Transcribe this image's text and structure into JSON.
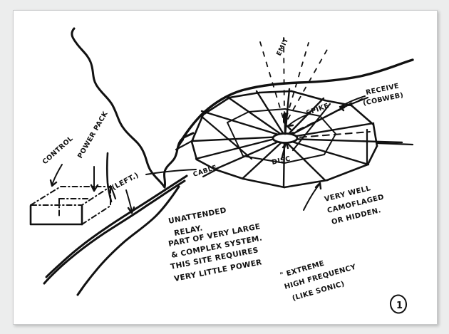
{
  "document": {
    "kind": "hand-drawn-field-sketch",
    "page_number": "1",
    "background_color": "#eceded",
    "paper_color": "#ffffff",
    "ink_color": "#111111"
  },
  "labels": {
    "control": "CONTROL",
    "power_pack": "POWER PACK",
    "left": "(LEFT.)",
    "cable": "CABLE",
    "spike": "SPIKE",
    "disc": "DISC",
    "emit": "EMIT",
    "receive_line1": "RECEIVE",
    "receive_line2": "(COBWEB)"
  },
  "notes": {
    "camouflage": [
      "VERY WELL",
      "CAMOFLAGED",
      "OR HIDDEN."
    ],
    "relay": [
      "UNATTENDED",
      "RELAY.",
      "PART OF VERY LARGE",
      "& COMPLEX SYSTEM.",
      "THIS SITE REQUIRES",
      "VERY LITTLE POWER"
    ],
    "frequency": [
      "\" EXTREME",
      "HIGH FREQUENCY",
      "(LIKE SONIC)"
    ]
  },
  "chart_data": {
    "type": "diagram",
    "title": "Unattended relay site sketch",
    "elements": [
      {
        "name": "buried-equipment-box",
        "style": "dash-dot 3D box",
        "labels": [
          "CONTROL",
          "POWER PACK"
        ]
      },
      {
        "name": "cable-run",
        "style": "double solid line",
        "label": "CABLE"
      },
      {
        "name": "terrain-contours",
        "style": "freehand wavy lines",
        "count": 5
      },
      {
        "name": "antenna-hub-disc",
        "style": "small ellipse",
        "label": "DISC"
      },
      {
        "name": "antenna-spike",
        "style": "short vertical stub",
        "label": "SPIKE"
      },
      {
        "name": "cobweb-array",
        "style": "radial spokes with polygon rings",
        "spokes": 14,
        "label": "RECEIVE (COBWEB)"
      },
      {
        "name": "emission-rays",
        "style": "dashed rays upward",
        "label": "EMIT"
      }
    ]
  }
}
